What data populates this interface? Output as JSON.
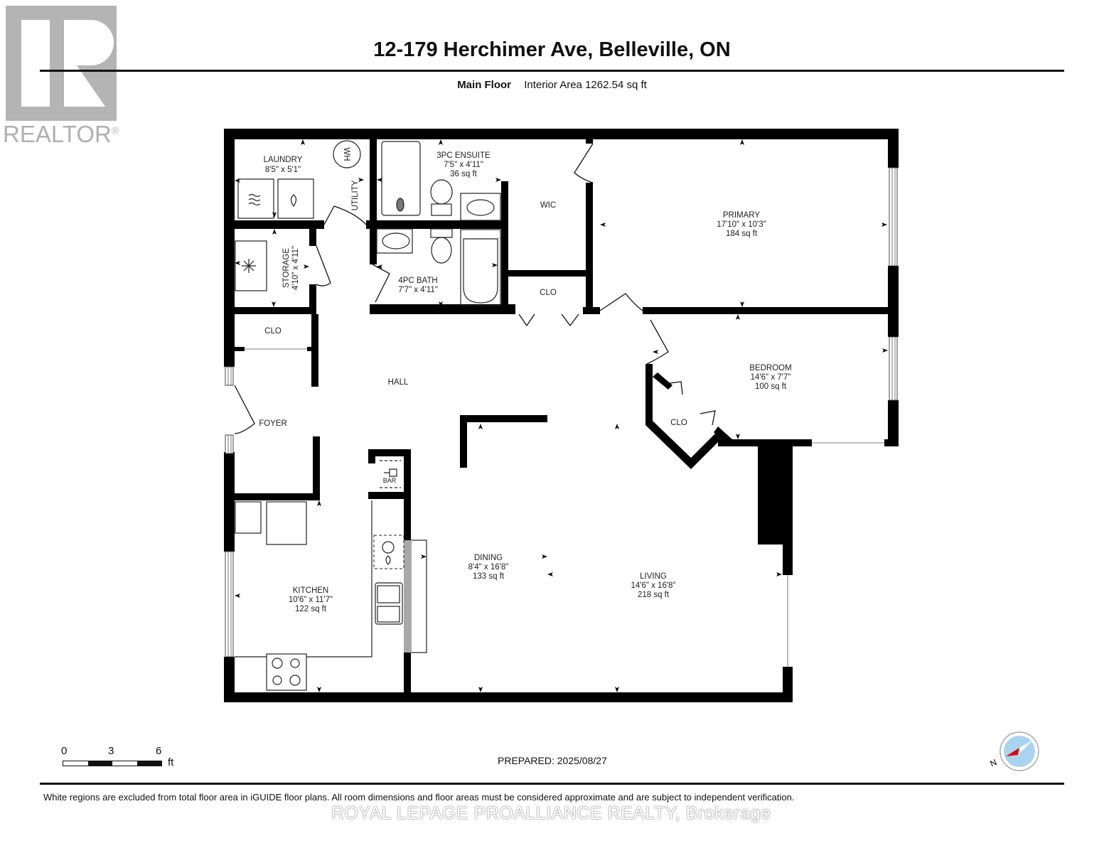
{
  "logo": {
    "text": "REALTOR",
    "mark": "®",
    "icon": "realtor-r-logo-icon"
  },
  "header": {
    "title": "12-179 Herchimer Ave, Belleville, ON",
    "floor": "Main Floor",
    "interior_area": "Interior Area 1262.54 sq ft"
  },
  "rooms": {
    "laundry": {
      "name": "LAUNDRY",
      "dims": "8'5\" x 5'1\""
    },
    "utility": {
      "name": "UTILITY"
    },
    "water_heater": {
      "label": "WH"
    },
    "ensuite": {
      "name": "3PC ENSUITE",
      "dims": "7'5\" x 4'11\"",
      "area": "36 sq ft"
    },
    "wic": {
      "name": "WIC"
    },
    "primary": {
      "name": "PRIMARY",
      "dims": "17'10\" x 10'3\"",
      "area": "184 sq ft"
    },
    "storage": {
      "name": "STORAGE",
      "dims": "4'10\" x 4'11\""
    },
    "bath": {
      "name": "4PC BATH",
      "dims": "7'7\" x 4'11\""
    },
    "clo_hall": {
      "name": "CLO"
    },
    "clo_foyer": {
      "name": "CLO"
    },
    "clo_bedroom": {
      "name": "CLO"
    },
    "hall": {
      "name": "HALL"
    },
    "foyer": {
      "name": "FOYER"
    },
    "bedroom": {
      "name": "BEDROOM",
      "dims": "14'6\" x 7'7\"",
      "area": "100 sq ft"
    },
    "bar": {
      "name": "BAR"
    },
    "kitchen": {
      "name": "KITCHEN",
      "dims": "10'6\" x 11'7\"",
      "area": "122 sq ft"
    },
    "dining": {
      "name": "DINING",
      "dims": "8'4\" x 16'8\"",
      "area": "133 sq ft"
    },
    "living": {
      "name": "LIVING",
      "dims": "14'6\" x 16'8\"",
      "area": "218 sq ft"
    }
  },
  "scale_bar": {
    "ticks": [
      "0",
      "3",
      "6"
    ],
    "unit": "ft"
  },
  "prepared": "PREPARED: 2025/08/27",
  "compass": {
    "label": "N",
    "colors": {
      "needle": "#e00000",
      "face": "#a8d4f0"
    }
  },
  "footer": {
    "disclaimer": "White regions are excluded from total floor area in iGUIDE floor plans. All room dimensions and floor areas must be considered approximate and are subject to independent verification.",
    "brokerage": "ROYAL LEPAGE PROALLIANCE REALTY, Brokerage"
  }
}
